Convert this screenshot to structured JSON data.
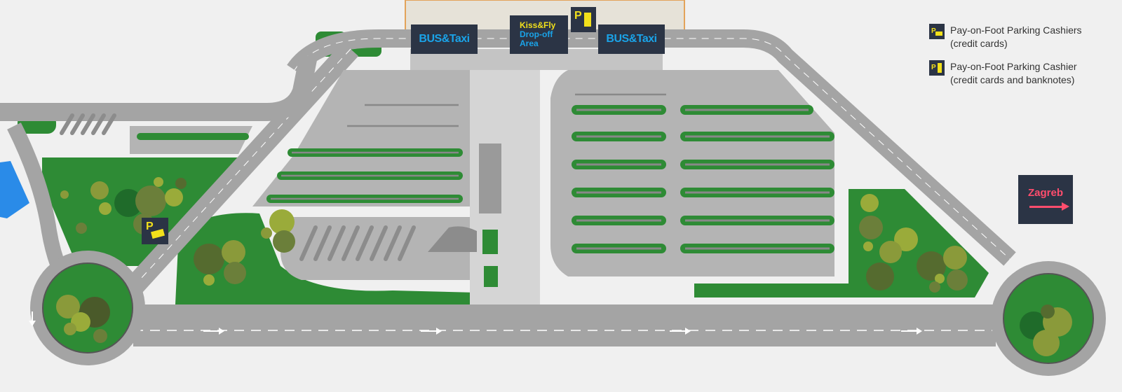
{
  "signs": {
    "bus_taxi_left": "BUS&Taxi",
    "bus_taxi_right": "BUS&Taxi",
    "kiss_fly_line1": "Kiss&Fly",
    "kiss_fly_line2": "Drop-off",
    "kiss_fly_line3": "Area"
  },
  "parking_icon_letter": "P",
  "legend": {
    "items": [
      {
        "line1": "Pay-on-Foot Parking Cashiers",
        "line2": "(credit cards)",
        "icon": "parking-card-icon"
      },
      {
        "line1": "Pay-on-Foot Parking Cashier",
        "line2": "(credit cards and banknotes)",
        "icon": "parking-card-cash-icon"
      }
    ]
  },
  "direction_sign": {
    "label": "Zagreb",
    "icon": "arrow-right-icon"
  },
  "colors": {
    "road": "#a4a4a4",
    "road_dark": "#8c8c8c",
    "parking": "#b4b4b4",
    "grass": "#2e8b35",
    "sign_bg": "#2b3445",
    "sign_text_blue": "#1aa3e8",
    "sign_text_yellow": "#f2e01b",
    "zagreb_red": "#ff4d6d"
  }
}
